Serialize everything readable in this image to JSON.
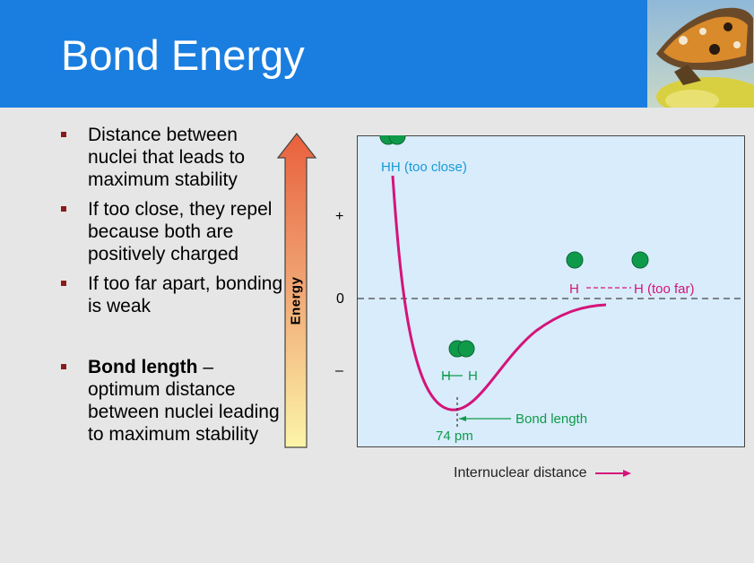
{
  "slide": {
    "title": "Bond Energy"
  },
  "bullets": [
    {
      "text": "Distance between nuclei that leads to maximum stability"
    },
    {
      "text": "If too close, they repel because both are positively charged"
    },
    {
      "text": "If too far apart, bonding is weak"
    },
    {
      "bold": "Bond length",
      "text": " – optimum distance between nuclei leading to maximum stability"
    }
  ],
  "diagram": {
    "energy_axis_label": "Energy",
    "y_ticks": {
      "plus": "+",
      "zero": "0",
      "minus": "–"
    },
    "x_axis_label": "Internuclear distance",
    "annotations": {
      "too_close": "HH (too close)",
      "too_far_left": "H",
      "too_far_right": "H (too far)",
      "bond_h1": "H",
      "bond_h2": "H",
      "bond_length": "Bond length",
      "bond_length_value": "74 pm"
    },
    "colors": {
      "curve": "#d4147a",
      "atoms": "#0f9a4a",
      "too_close_text": "#1a9ad6",
      "bond_text": "#0f9a4a",
      "plot_bg": "#d8ecfb",
      "header": "#1a7ee0"
    }
  },
  "images": {
    "header_photo": "butterfly-photo"
  }
}
